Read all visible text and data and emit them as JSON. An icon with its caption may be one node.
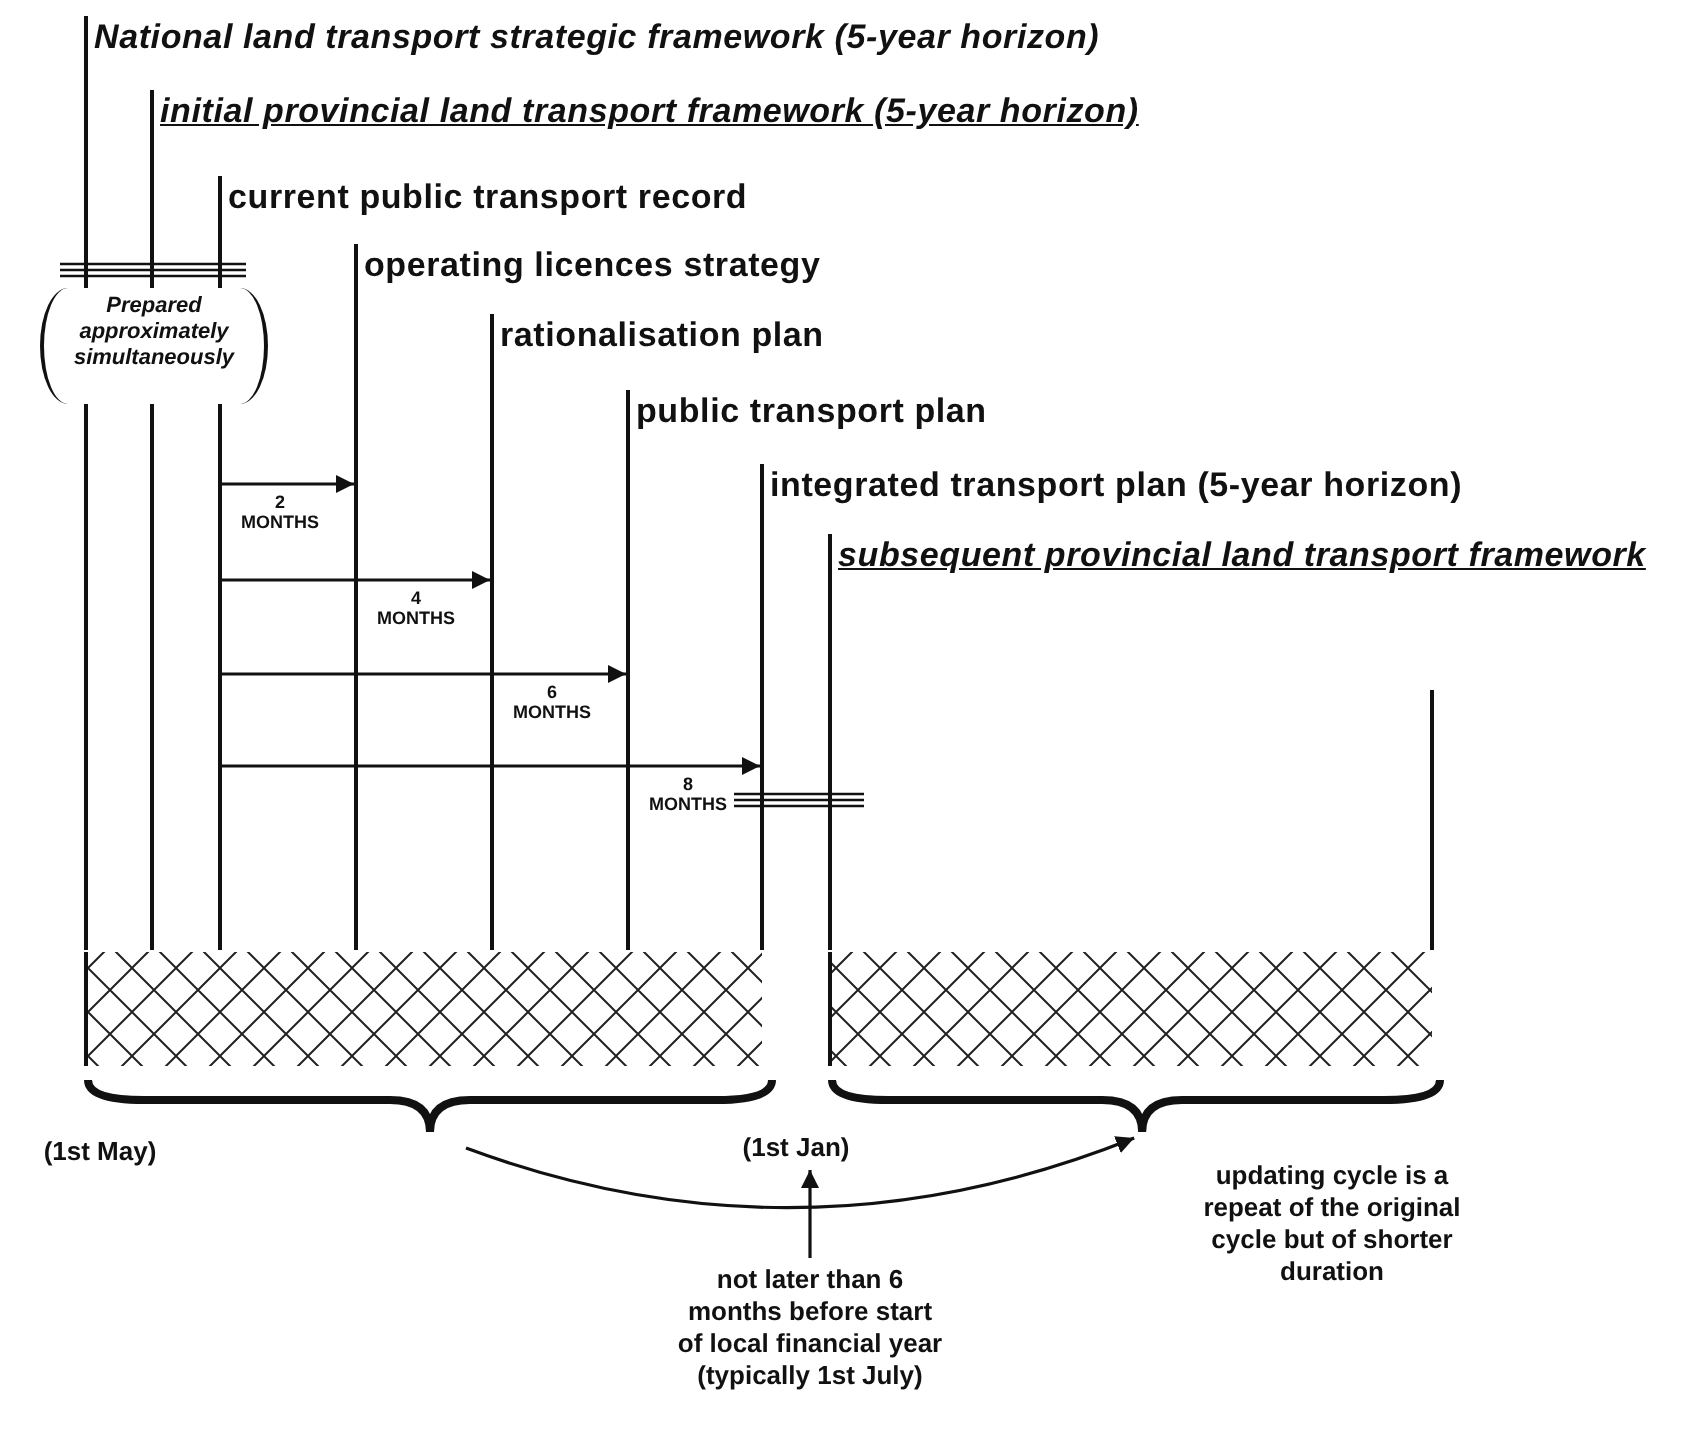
{
  "diagram": {
    "nodes": [
      {
        "text": [],
        "shape": "bar",
        "beside": [
          "National land transport strategic framework (5-year horizon)"
        ]
      },
      {
        "text": [],
        "shape": "bar",
        "beside": [
          "initial provincial land transport framework (5-year horizon)"
        ]
      },
      {
        "text": [],
        "shape": "bar",
        "beside": [
          "current public transport record"
        ]
      },
      {
        "text": [
          "Prepared approximately simultaneously"
        ]
      },
      {
        "text": [],
        "shape": "bar",
        "beside": [
          "operating licences strategy"
        ]
      },
      {
        "text": [],
        "shape": "bar",
        "beside": [
          "rationalisation  plan"
        ]
      },
      {
        "text": [],
        "shape": "bar",
        "beside": [
          "public transport plan"
        ]
      },
      {
        "text": [],
        "shape": "bar",
        "beside": [
          "integrated transport plan (5-year horizon)"
        ]
      },
      {
        "text": [],
        "shape": "bar",
        "beside": [
          "subsequent provincial land transport framework"
        ]
      },
      {
        "text": [],
        "shape": "brace"
      },
      {
        "text": [],
        "shape": "brace",
        "beside": [
          "updating cycle is a repeat of the original cycle but of shorter duration"
        ]
      },
      {
        "text": [
          "(1st Jan)"
        ]
      },
      {
        "text": [
          "not later than 6 months before start of local financial year (typically 1st July)"
        ]
      }
    ],
    "edges": [
      {
        "from": 2,
        "to": 4,
        "arrow": "to",
        "label": "2 MONTHS"
      },
      {
        "from": 2,
        "to": 5,
        "arrow": "to",
        "label": "4 MONTHS"
      },
      {
        "from": 2,
        "to": 6,
        "arrow": "to",
        "label": "6 MONTHS"
      },
      {
        "from": 2,
        "to": 7,
        "arrow": "to",
        "label": "8 MONTHS"
      },
      {
        "from": 9,
        "to": 10,
        "arrow": "to"
      },
      {
        "from": 12,
        "to": 11,
        "arrow": "to"
      }
    ],
    "labels": [
      "(1st May)"
    ]
  }
}
